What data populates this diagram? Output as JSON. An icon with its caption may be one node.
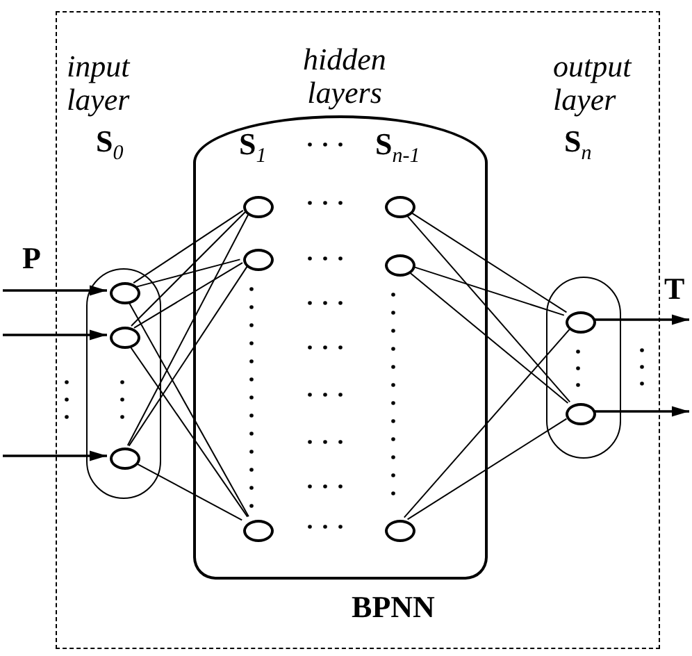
{
  "diagram": {
    "nodes": [
      {
        "text": [
          "BPNN"
        ]
      },
      {
        "text": [
          "S$_{0}$"
        ],
        "in": 0
      },
      {
        "text": [
          "hidden layers"
        ],
        "in": 0
      },
      {
        "text": [
          "S$_{n}$"
        ],
        "in": 0
      },
      {
        "text": [],
        "shape": "circle",
        "in": 1
      },
      {
        "text": [],
        "shape": "circle",
        "in": 1
      },
      {
        "text": [],
        "shape": "circle",
        "in": 1
      },
      {
        "text": [],
        "shape": "circle",
        "in": 2
      },
      {
        "text": [],
        "shape": "circle",
        "in": 2
      },
      {
        "text": [],
        "shape": "circle",
        "in": 2
      },
      {
        "text": [],
        "shape": "circle",
        "in": 2
      },
      {
        "text": [],
        "shape": "circle",
        "in": 2
      },
      {
        "text": [],
        "shape": "circle",
        "in": 2
      },
      {
        "text": [],
        "shape": "circle",
        "in": 3
      },
      {
        "text": [],
        "shape": "circle",
        "in": 3
      }
    ],
    "edges": [
      {
        "from": null,
        "to": 4,
        "arrow": "to",
        "label": "P"
      },
      {
        "from": null,
        "to": 5,
        "arrow": "to"
      },
      {
        "from": null,
        "to": 6,
        "arrow": "to"
      },
      {
        "from": 4,
        "to": 7,
        "arrow": "none"
      },
      {
        "from": 4,
        "to": 8,
        "arrow": "none"
      },
      {
        "from": 4,
        "to": 9,
        "arrow": "none"
      },
      {
        "from": 5,
        "to": 7,
        "arrow": "none"
      },
      {
        "from": 5,
        "to": 8,
        "arrow": "none"
      },
      {
        "from": 5,
        "to": 9,
        "arrow": "none"
      },
      {
        "from": 6,
        "to": 7,
        "arrow": "none"
      },
      {
        "from": 6,
        "to": 8,
        "arrow": "none"
      },
      {
        "from": 6,
        "to": 9,
        "arrow": "none"
      },
      {
        "from": 10,
        "to": 13,
        "arrow": "none"
      },
      {
        "from": 10,
        "to": 14,
        "arrow": "none"
      },
      {
        "from": 11,
        "to": 13,
        "arrow": "none"
      },
      {
        "from": 11,
        "to": 14,
        "arrow": "none"
      },
      {
        "from": 12,
        "to": 13,
        "arrow": "none"
      },
      {
        "from": 12,
        "to": 14,
        "arrow": "none"
      },
      {
        "from": 13,
        "to": null,
        "arrow": "to",
        "label": "T"
      },
      {
        "from": 14,
        "to": null,
        "arrow": "to"
      }
    ],
    "labels": [
      "input layer",
      "output layer",
      "S$_{1}$",
      "S$_{n-1}$"
    ]
  }
}
